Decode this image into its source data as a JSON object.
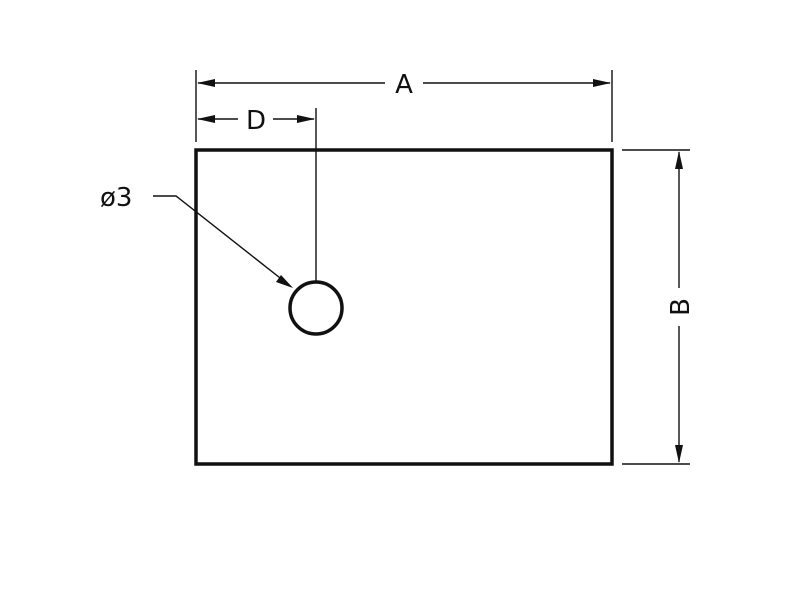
{
  "drawing": {
    "dimension_labels": {
      "width": "A",
      "height": "B",
      "hole_offset": "D",
      "hole_diameter": "ø3"
    },
    "colors": {
      "line": "#111111",
      "background": "#ffffff"
    }
  }
}
